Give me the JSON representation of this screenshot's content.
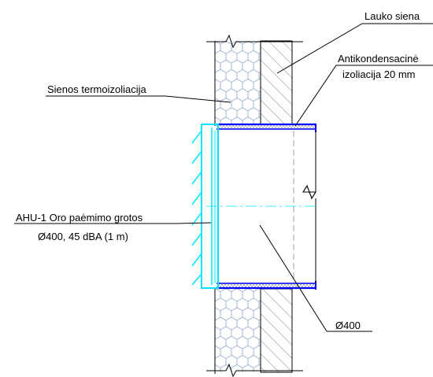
{
  "labels": {
    "outer_wall": "Lauko siena",
    "anti_condensation_line1": "Antikondensacinė",
    "anti_condensation_line2": "izoliacija 20 mm",
    "wall_insulation": "Sienos termoizoliacija",
    "grille_line1": "AHU-1 Oro paėmimo grotos",
    "grille_line2": "Ø400, 45 dBA (1 m)",
    "duct_diameter": "Ø400"
  },
  "colors": {
    "duct_outline": "#0000ff",
    "grille": "#00e5ff",
    "insulation_hatch": "#b5b5b5",
    "lines": "#000000"
  },
  "elements": {
    "wall_insulation_layer": "honeycomb-hatch",
    "outer_wall_layer": "diagonal-hatch",
    "break_symbol": "zigzag-break-icon"
  }
}
